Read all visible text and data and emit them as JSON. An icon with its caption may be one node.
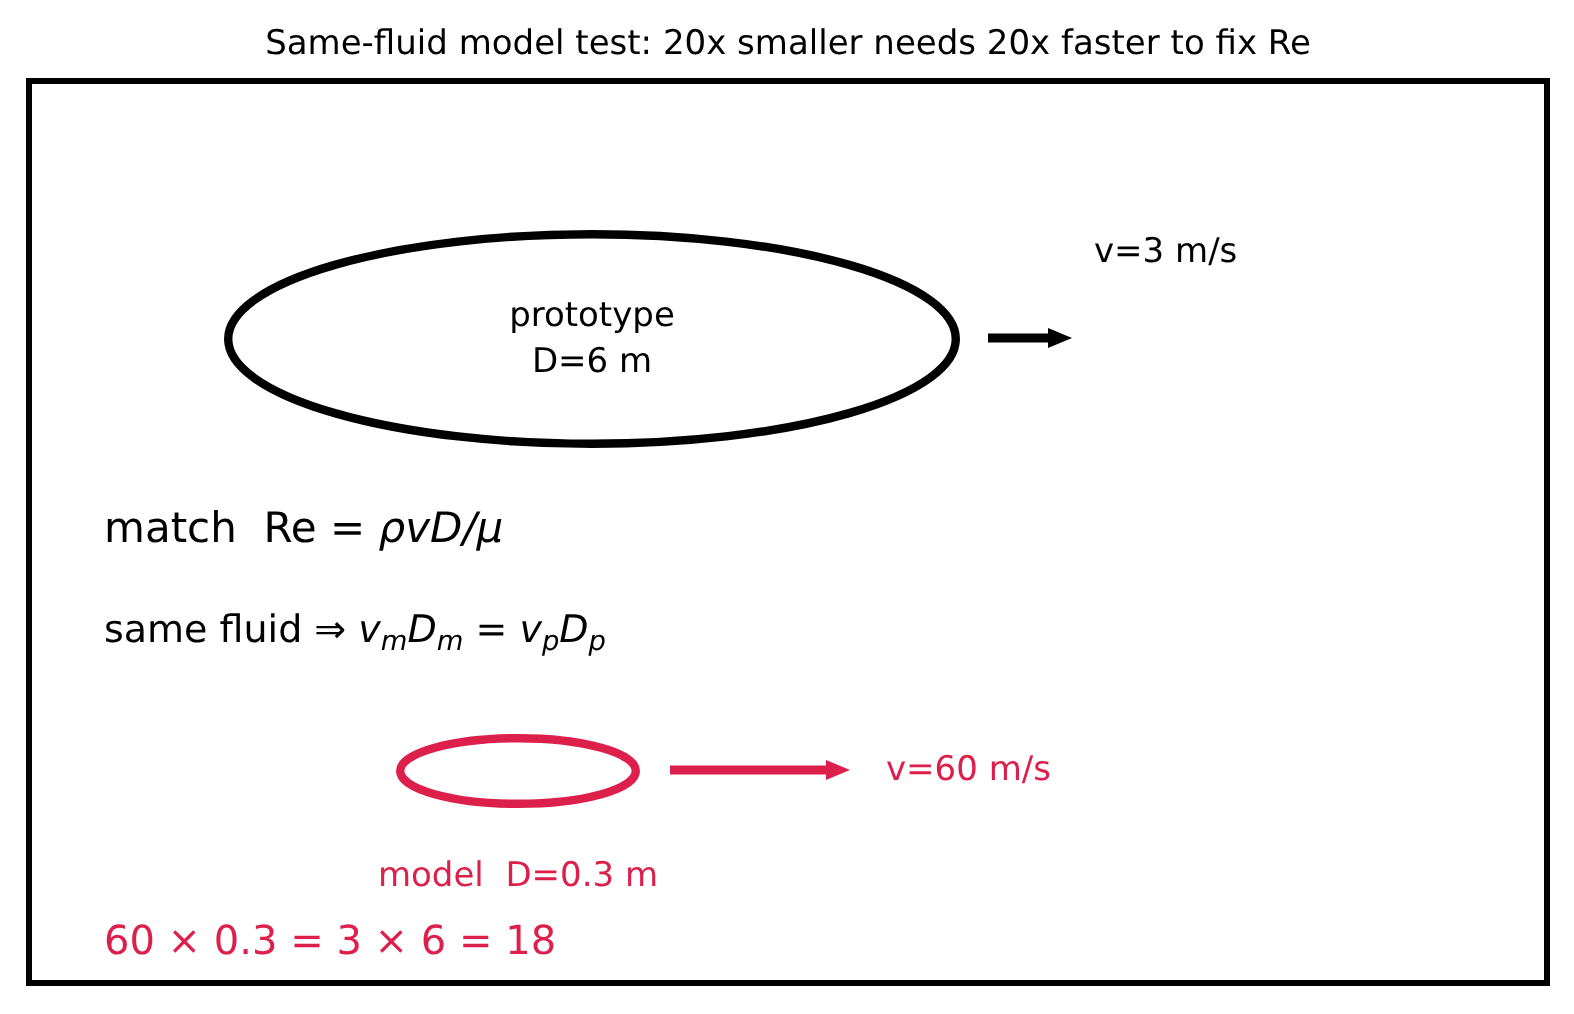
{
  "diagram": {
    "title": "Same-fluid model test: 20x smaller needs 20x faster to fix Re",
    "nodes": [
      {
        "text": [
          "prototype D=6 m"
        ]
      },
      {
        "text": [],
        "shape": "ellipse",
        "beside": [
          "model  D=0.3 m"
        ]
      }
    ],
    "labels": [
      "v=3 m/s",
      "match  Re = *ρvD/μ*",
      "same fluid ⇒ *v*$_{m}$*D*$_{m}$ = *v*$_{p}$*D*$_{p}$",
      "v=60 m/s",
      "60 × 0.3 = 3 × 6 = 18"
    ]
  }
}
